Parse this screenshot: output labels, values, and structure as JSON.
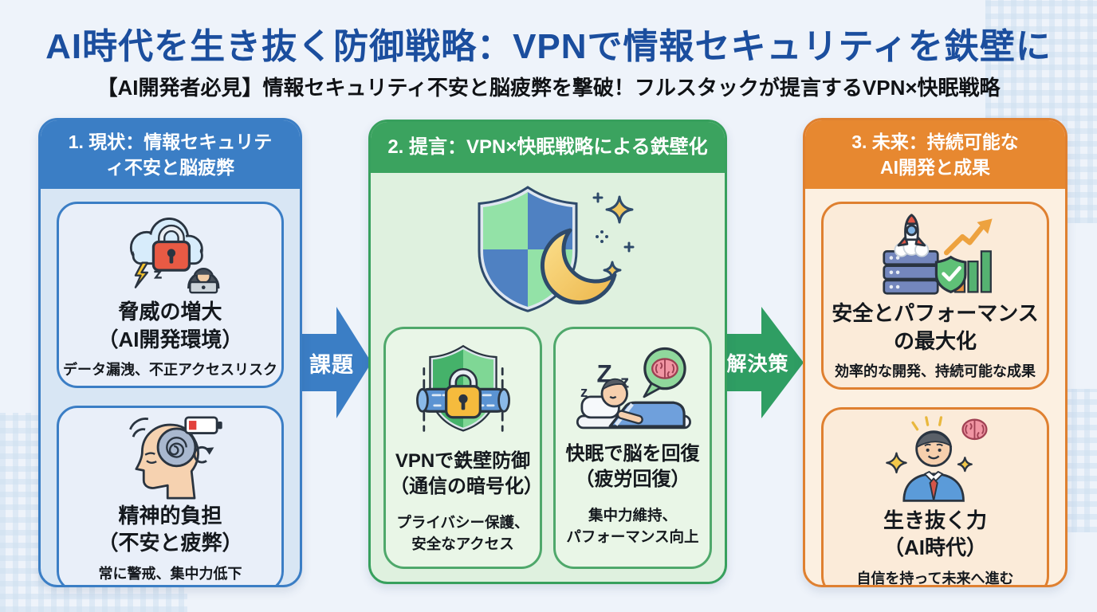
{
  "page": {
    "title": "AI時代を生き抜く防御戦略：VPNで情報セキュリティを鉄壁に",
    "subtitle": "【AI開発者必見】情報セキュリティ不安と脳疲弊を撃破！フルスタックが提言するVPN×快眠戦略",
    "title_color": "#1b4e9e",
    "background_color": "#eef3fa"
  },
  "columns": {
    "current": {
      "header_lines": [
        "1. 現状：情報セキュリテ",
        "ィ不安と脳疲弊"
      ],
      "accent_color": "#3b7ec5",
      "cards": [
        {
          "icon": "cloud-lock-hacker-icon",
          "title_lines": [
            "脅威の増大",
            "（AI開発環境）"
          ],
          "desc": "データ漏洩、不正アクセスリスク"
        },
        {
          "icon": "brain-fatigue-icon",
          "title_lines": [
            "精神的負担",
            "（不安と疲弊）"
          ],
          "desc": "常に警戒、集中力低下"
        }
      ]
    },
    "proposal": {
      "header": "2. 提言：VPN×快眠戦略による鉄壁化",
      "accent_color": "#3ba35f",
      "hero_icon": "shield-moon-icon",
      "cards": [
        {
          "icon": "vpn-tunnel-lock-icon",
          "title_lines": [
            "VPNで鉄壁防御",
            "（通信の暗号化）"
          ],
          "desc_lines": [
            "プライバシー保護、",
            "安全なアクセス"
          ]
        },
        {
          "icon": "sleep-brain-recovery-icon",
          "title_lines": [
            "快眠で脳を回復",
            "（疲労回復）"
          ],
          "desc_lines": [
            "集中力維持、",
            "パフォーマンス向上"
          ]
        }
      ]
    },
    "future": {
      "header_lines": [
        "3. 未来：持続可能な",
        "AI開発と成果"
      ],
      "accent_color": "#e78830",
      "cards": [
        {
          "icon": "rocket-growth-security-icon",
          "title_lines": [
            "安全とパフォーマンス",
            "の最大化"
          ],
          "desc": "効率的な開発、持続可能な成果"
        },
        {
          "icon": "confident-developer-icon",
          "title_lines": [
            "生き抜く力",
            "（AI時代）"
          ],
          "desc": "自信を持って未来へ進む"
        }
      ]
    }
  },
  "arrows": [
    {
      "label": "課題",
      "color": "#3b7ec5"
    },
    {
      "label": "解決策",
      "color": "#2f9e63"
    }
  ],
  "icons": {
    "sleep_z_small": "z",
    "sleep_z_big": "Z",
    "sleep_z_mid": "z"
  }
}
